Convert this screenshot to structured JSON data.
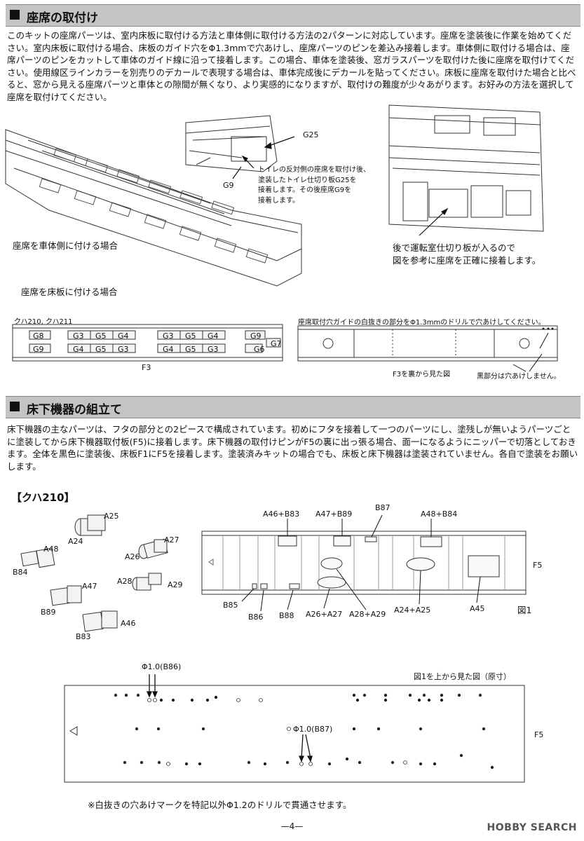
{
  "section1": {
    "title": "座席の取付け",
    "paragraph": "このキットの座席パーツは、室内床板に取付ける方法と車体側に取付ける方法の2パターンに対応しています。座席を塗装後に作業を始めてください。室内床板に取付ける場合、床板のガイド穴をΦ1.3mmで穴あけし、座席パーツのピンを差込み接着します。車体側に取付ける場合は、座席パーツのピンをカットして車体のガイド線に沿って接着します。この場合、車体を塗装後、窓ガラスパーツを取付けた後に座席を取付けてください。使用線区ラインカラーを別売りのデカールで表現する場合は、車体完成後にデカールを貼ってください。床板に座席を取付けた場合と比べると、窓から見える座席パーツと車体との隙間が無くなり、より実感的になりますが、取付けの難度が少々あがります。お好みの方法を選択して座席を取付けてください。",
    "g25_label": "G25",
    "g9_label": "G9",
    "toilet_note_lines": [
      "トイレの反対側の座席を取付け後、",
      "塗装したトイレ仕切り板G25を",
      "接着します。その後座席G9を",
      "接着します。"
    ],
    "cab_note_lines": [
      "後で運転室仕切り板が入るので",
      "図を参考に座席を正確に接着します。"
    ],
    "body_side_caption": "座席を車体側に付ける場合",
    "floor_caption": "座席を床板に付ける場合",
    "car_names": "クハ210, クハ211",
    "floor_parts": {
      "top_row": [
        "G8",
        "G3",
        "G5",
        "G4",
        "G3",
        "G5",
        "G4",
        "G9"
      ],
      "bottom_row": [
        "G9",
        "G4",
        "G5",
        "G3",
        "G4",
        "G5",
        "G3",
        "G6",
        "G7"
      ]
    },
    "f3_label": "F3",
    "drill_note": "座席取付穴ガイドの白抜きの部分をΦ1.3mmのドリルで穴あけしてください。",
    "f3_back_caption": "F3を裏から見た図",
    "black_note": "黒部分は穴あけしません。"
  },
  "section2": {
    "title": "床下機器の組立て",
    "paragraph": "床下機器の主なパーツは、フタの部分との2ピースで構成されています。初めにフタを接着して一つのパーツにし、塗残しが無いようパーツごとに塗装してから床下機器取付板(F5)に接着します。床下機器の取付けピンがF5の裏に出っ張る場合、面一になるようにニッパーで切落としておきます。全体を黒色に塗装後、床板F1にF5を接着します。塗装済みキットの場合でも、床板と床下機器は塗装されていません。各自で塗装をお願いします。",
    "car_title": "【クハ210】",
    "parts_left": [
      "A25",
      "A24",
      "A48",
      "B84",
      "A27",
      "A26",
      "A28",
      "A29",
      "A47",
      "B89",
      "A46",
      "B83"
    ],
    "plate_top": [
      "A46+B83",
      "A47+B89",
      "B87",
      "A48+B84"
    ],
    "plate_bottom": [
      "B85",
      "B86",
      "B88",
      "A26+A27",
      "A28+A29",
      "A24+A25",
      "A45"
    ],
    "f5_label": "F5",
    "fig1_label": "図1",
    "b86_label": "Φ1.0(B86)",
    "b87_label": "Φ1.0(B87)",
    "top_view_caption": "図1を上から見た図（原寸）",
    "footnote": "※白抜きの穴あけマークを特記以外Φ1.2のドリルで貫通させます。"
  },
  "page_number": "—4—",
  "watermark": "HOBBY SEARCH"
}
